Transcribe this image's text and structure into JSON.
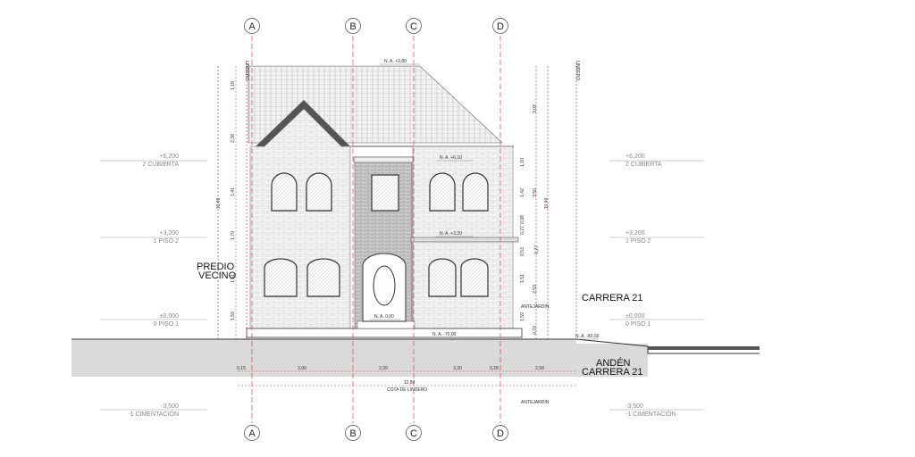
{
  "axes": [
    "A",
    "B",
    "C",
    "D"
  ],
  "levels_left": [
    {
      "value": "+6,200",
      "name": "2 CUBIERTA"
    },
    {
      "value": "+3,200",
      "name": "1 PISO 2"
    },
    {
      "value": "±0,000",
      "name": "0 PISO 1"
    },
    {
      "value": "-3,500",
      "name": "-1 CIMENTACIÓN"
    }
  ],
  "levels_right": [
    {
      "value": "+6,200",
      "name": "2 CUBIERTA"
    },
    {
      "value": "+3,200",
      "name": "1 PISO 2"
    },
    {
      "value": "±0,000",
      "name": "0 PISO 1"
    },
    {
      "value": "-3,500",
      "name": "-1 CIMENTACIÓN"
    }
  ],
  "labels": {
    "lindero_left": "LINDERO",
    "lindero_right": "LINDERO",
    "predio_vecino": [
      "PREDIO",
      "VECINO"
    ],
    "carrera": "CARRERA 21",
    "anden": [
      "ANDÉN",
      "CARRERA 21"
    ],
    "antejardin_top": "ANTEJARDÍN",
    "antejardin_bottom": "ANTEJARDÍN",
    "cota_lindero": "COTA DE LINDERO"
  },
  "level_marks": {
    "na_top": "N. A. +9,80",
    "na_610": "N. A. +6,10",
    "na_320": "N. A. +3,20",
    "na_000": "N. A. 0,00",
    "na_m70": "N. A. -70,00",
    "na_m80": "N. A. -80,00"
  },
  "dims_left": [
    "1,18",
    "2,38",
    "1,41",
    "1,79",
    "1,51",
    "1,59"
  ],
  "dim_left_total": "10,49",
  "dims_right_a": [
    "3,09",
    "1,10",
    "1,42",
    "0,27",
    "0,98",
    "0,53",
    "0,27",
    "1,51",
    "1,59"
  ],
  "dims_right_b": [
    "3,50",
    "2,53",
    "0,70"
  ],
  "dim_right_total": "10,49",
  "dims_bottom": [
    "0,15",
    "3,90",
    "2,39",
    "3,30",
    "0,28",
    "2,58"
  ],
  "dim_bottom_total": "12,80"
}
